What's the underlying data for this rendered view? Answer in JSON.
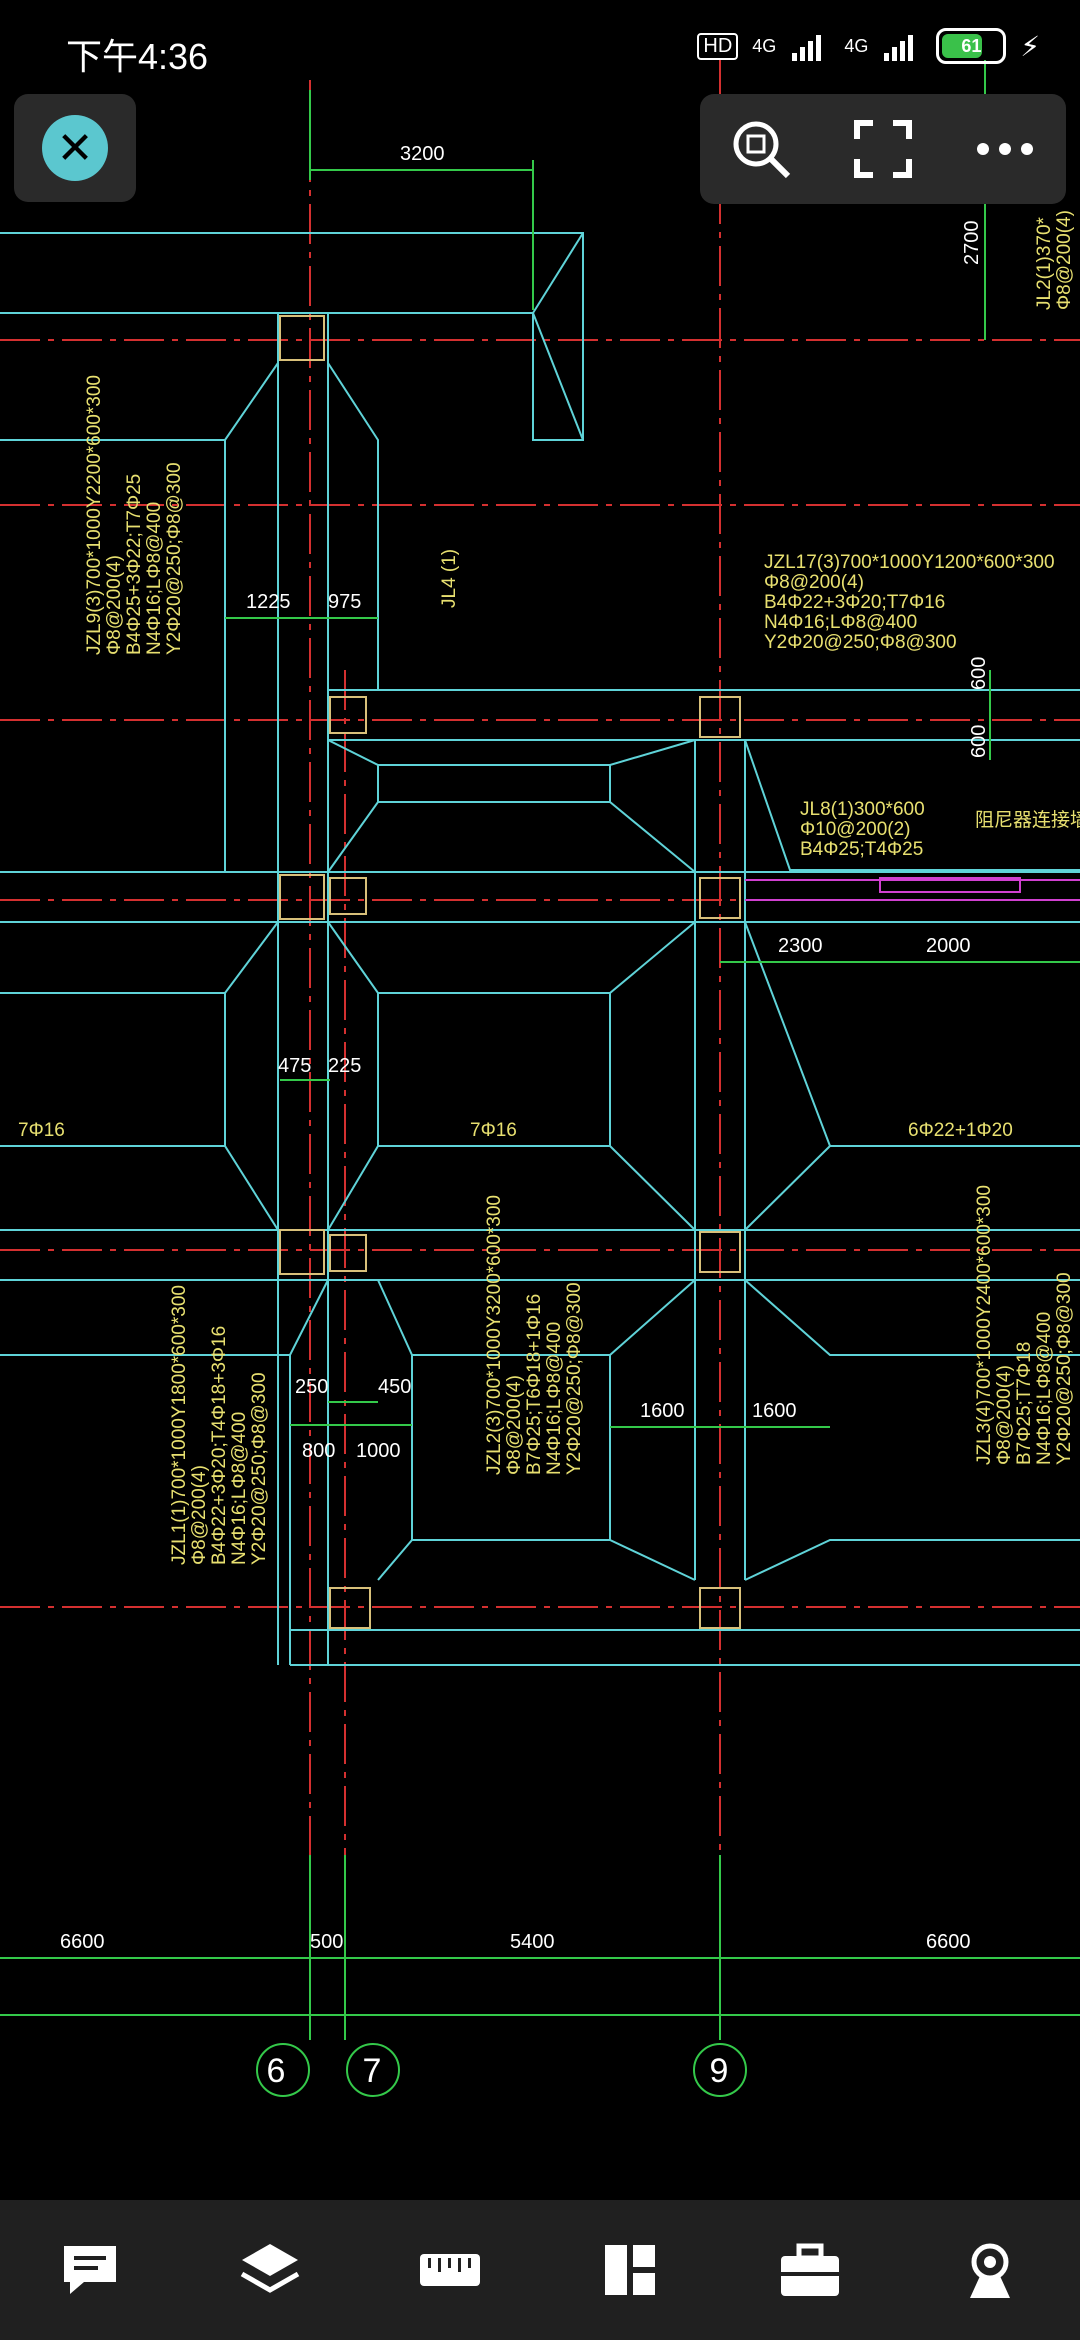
{
  "status": {
    "time": "下午4:36",
    "hd": "HD",
    "net1": "4G",
    "net2": "4G",
    "battery": "61"
  },
  "drawing": {
    "dims": {
      "d3200": "3200",
      "d2700": "2700",
      "d1225": "1225",
      "d975": "975",
      "d600a": "600",
      "d600b": "600",
      "d2300": "2300",
      "d2000": "2000",
      "d475": "475",
      "d225": "225",
      "d250": "250",
      "d450": "450",
      "d800": "800",
      "d1000": "1000",
      "d1600a": "1600",
      "d1600b": "1600",
      "d6600a": "6600",
      "d500": "500",
      "d5400": "5400",
      "d6600b": "6600"
    },
    "labels": {
      "jzl9_1": "JZL9(3)700*1000Y2200*600*300",
      "jzl9_2": "Φ8@200(4)",
      "jzl9_3": "B4Φ25+3Φ22;T7Φ25",
      "jzl9_4": "N4Φ16;LΦ8@400",
      "jzl9_5": "Y2Φ20@250;Φ8@300",
      "jl4": "JL4 (1)",
      "jzl17_1": "JZL17(3)700*1000Y1200*600*300",
      "jzl17_2": "Φ8@200(4)",
      "jzl17_3": "B4Φ22+3Φ20;T7Φ16",
      "jzl17_4": "N4Φ16;LΦ8@400",
      "jzl17_5": "Y2Φ20@250;Φ8@300",
      "jl8_1": "JL8(1)300*600",
      "jl8_2": "Φ10@200(2)",
      "jl8_3": "B4Φ25;T4Φ25",
      "note_wall": "阻尼器连接墙",
      "bar_left": "7Φ16",
      "bar_mid": "7Φ16",
      "bar_right": "6Φ22+1Φ20",
      "jzl1_1": "JZL1(1)700*1000Y1800*600*300",
      "jzl1_2": "Φ8@200(4)",
      "jzl1_3": "B4Φ22+3Φ20;T4Φ18+3Φ16",
      "jzl1_4": "N4Φ16;LΦ8@400",
      "jzl1_5": "Y2Φ20@250;Φ8@300",
      "jzl2_1": "JZL2(3)700*1000Y3200*600*300",
      "jzl2_2": "Φ8@200(4)",
      "jzl2_3": "B7Φ25;T6Φ18+1Φ16",
      "jzl2_4": "N4Φ16;LΦ8@400",
      "jzl2_5": "Y2Φ20@250;Φ8@300",
      "jzl3_1": "JZL3(4)700*1000Y2400*600*300",
      "jzl3_2": "Φ8@200(4)",
      "jzl3_3": "B7Φ25;T7Φ18",
      "jzl3_4": "N4Φ16;LΦ8@400",
      "jzl3_5": "Y2Φ20@250;Φ8@300",
      "jl2_1": "JL2(1)370*",
      "jl2_2": "Φ8@200(4)",
      "axis6": "6",
      "axis7": "7",
      "axis9": "9"
    }
  },
  "icons": {
    "close": "close-icon",
    "zoom": "zoom-extents-icon",
    "fullscreen": "fullscreen-icon",
    "more": "more-icon",
    "comment": "comment-icon",
    "layers": "layers-icon",
    "measure": "ruler-icon",
    "layout": "layout-icon",
    "toolbox": "toolbox-icon",
    "view3d": "view-3d-icon"
  },
  "colors": {
    "cyan": "#5fd3d8",
    "red": "#d43030",
    "green": "#34c94a",
    "yellow": "#e8e070",
    "magenta": "#d040d0",
    "accent": "#5bc7cf"
  }
}
